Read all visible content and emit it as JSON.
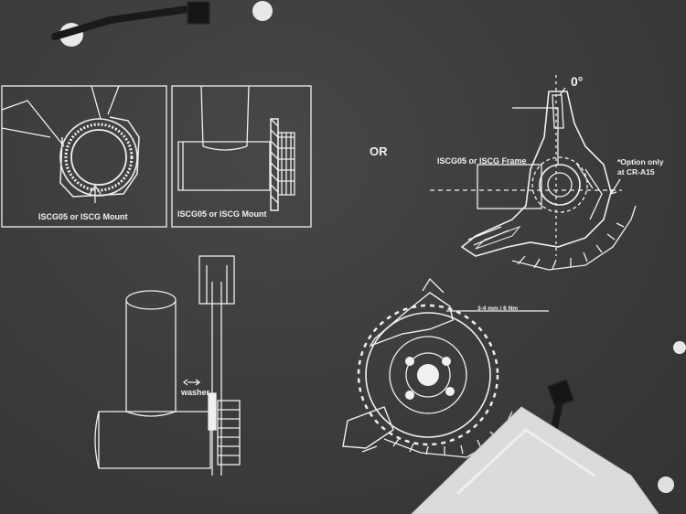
{
  "labels": {
    "mount_left": "ISCG05 or ISCG Mount",
    "mount_right": "ISCG05 or ISCG Mount",
    "or": "OR",
    "angle": "0°",
    "frame": "ISCG05 or ISCG Frame",
    "option": "*Option only at CR-A15",
    "torque": "3-4 mm / 6 Nm",
    "washer": "washer"
  },
  "colors": {
    "board": "#3a3a3a",
    "line": "#f2f2f2"
  }
}
